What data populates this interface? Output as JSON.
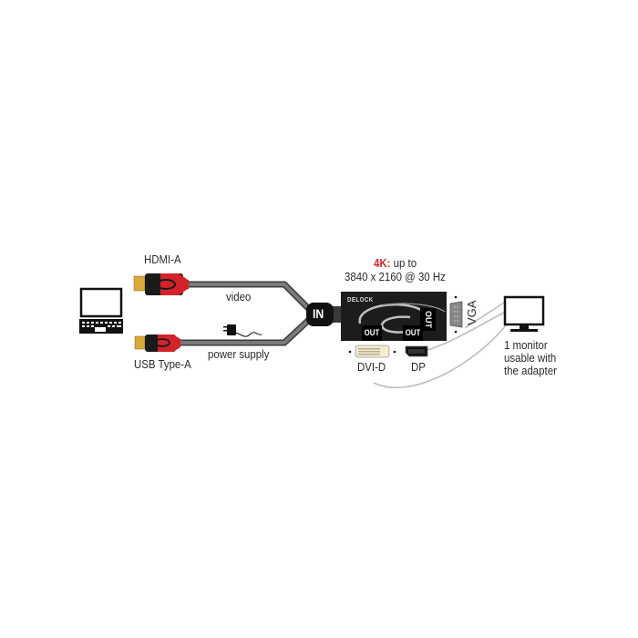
{
  "diagram": {
    "labels": {
      "hdmi": "HDMI-A",
      "usb": "USB Type-A",
      "video": "video",
      "power": "power supply",
      "in_badge": "IN",
      "spec_accent": "4K:",
      "spec_rest": " up to",
      "spec_resolution": "3840 x 2160 @ 30 Hz",
      "brand": "DELOCK",
      "out_1": "OUT",
      "out_2": "OUT",
      "out_3": "OUT",
      "vga": "VGA",
      "dvi": "DVI-D",
      "dp": "DP",
      "monitor_line1": "1 monitor",
      "monitor_line2": "usable with",
      "monitor_line3": "the adapter"
    },
    "colors": {
      "accent": "#d2232a",
      "cable": "#5a5a5a",
      "adapter": "#1c1c1c",
      "connector_gold": "#d9a93a",
      "lines": "#b8b8b8"
    },
    "icons": [
      "laptop-icon",
      "hdmi-connector-icon",
      "usb-connector-icon",
      "power-plug-icon",
      "adapter-icon",
      "vga-port-icon",
      "dvi-port-icon",
      "displayport-icon",
      "monitor-icon"
    ]
  }
}
